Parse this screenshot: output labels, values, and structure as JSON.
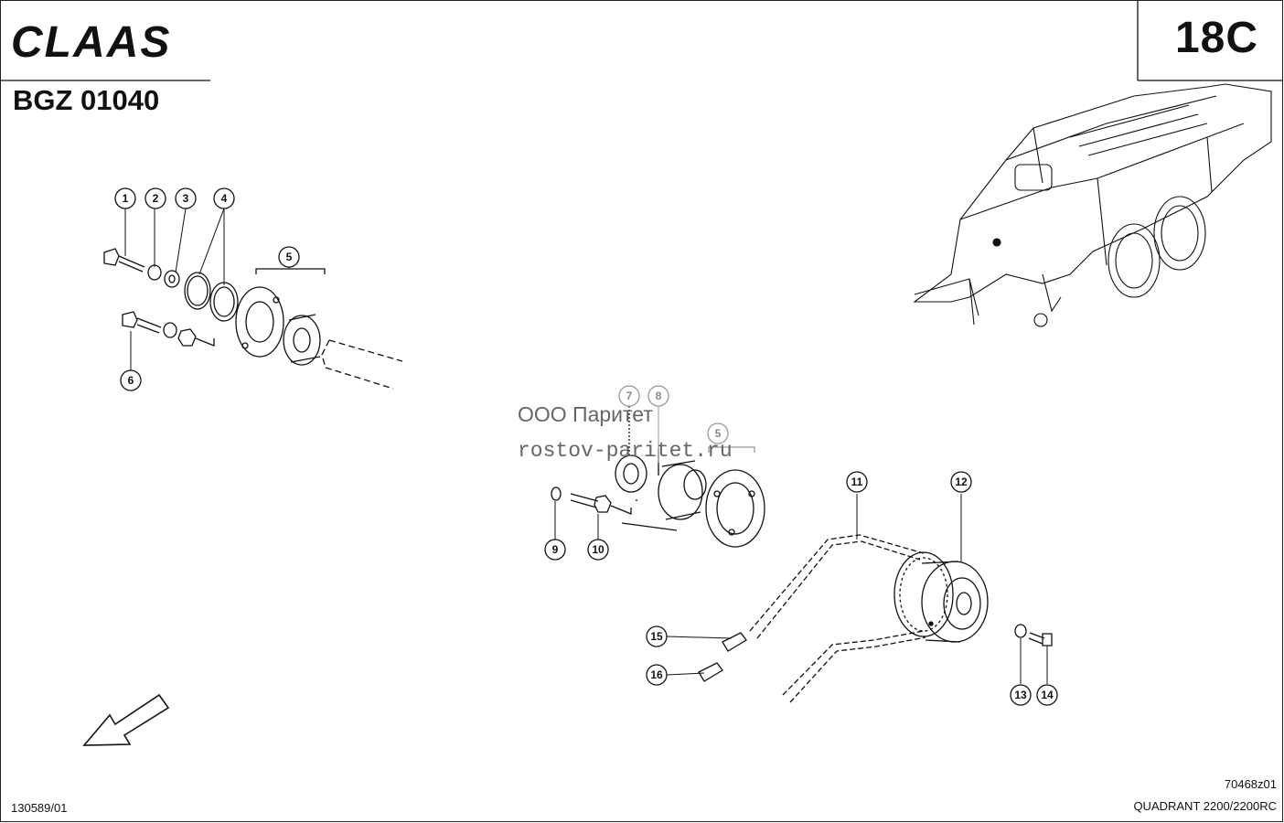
{
  "header": {
    "brand": "CLAAS",
    "page_code": "18C",
    "assembly_code": "BGZ 01040"
  },
  "watermark": {
    "line1": "ООО Паритет",
    "line2": "rostov-paritet.ru"
  },
  "callouts": [
    {
      "label": "1"
    },
    {
      "label": "2"
    },
    {
      "label": "3"
    },
    {
      "label": "4"
    },
    {
      "label": "5"
    },
    {
      "label": "6"
    },
    {
      "label": "7"
    },
    {
      "label": "8"
    },
    {
      "label": "5"
    },
    {
      "label": "9"
    },
    {
      "label": "10"
    },
    {
      "label": "11"
    },
    {
      "label": "12"
    },
    {
      "label": "13"
    },
    {
      "label": "14"
    },
    {
      "label": "15"
    },
    {
      "label": "16"
    }
  ],
  "footer": {
    "doc_number": "130589/01",
    "drawing_number": "70468z01",
    "model": "QUADRANT 2200/2200RC"
  }
}
